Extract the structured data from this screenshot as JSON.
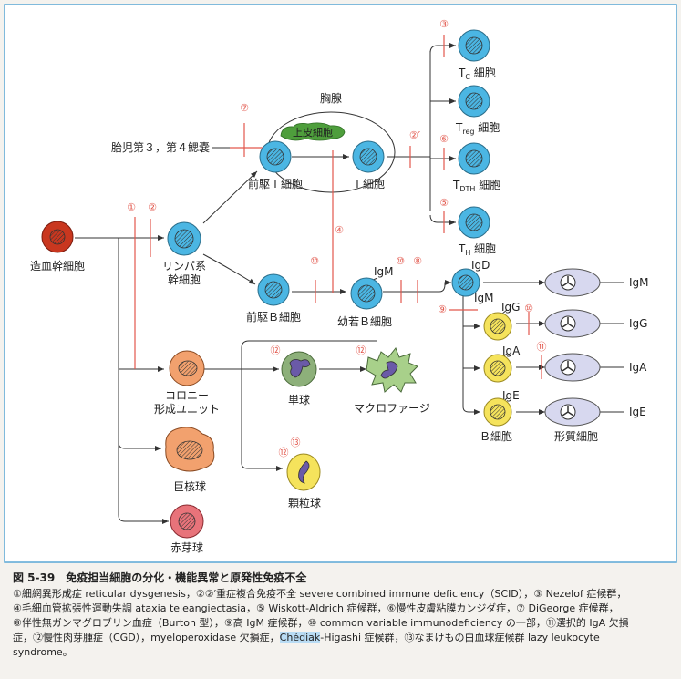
{
  "colors": {
    "border": "#5aa7d6",
    "redline": "#e2574c",
    "cyan": "#4bb6e3",
    "darkred": "#c9371f",
    "orange": "#f2a16e",
    "purple": "#6a5aa8",
    "green": "#4e9e3c",
    "yellow": "#f5e35c",
    "lav": "#d7d8ef"
  },
  "labels": {
    "hsc": "造血幹細胞",
    "lymph1": "リンパ系",
    "lymph2": "幹細胞",
    "thymus": "胸腺",
    "epithelium": "上皮細胞",
    "pharyngeal": "胎児第３，第４鰓嚢",
    "preT": "前駆Ｔ細胞",
    "tcell": "Ｔ細胞",
    "tc": "T",
    "tc_sub": "C",
    "tc_suffix": " 細胞",
    "treg": "T",
    "treg_sub": "reg",
    "treg_suffix": " 細胞",
    "tdth": "T",
    "tdth_sub": "DTH",
    "tdth_suffix": " 細胞",
    "th": "T",
    "th_sub": "H",
    "th_suffix": " 細胞",
    "preB": "前駆Ｂ細胞",
    "immB": "幼若Ｂ細胞",
    "igm_immature": "IgM",
    "igd": "IgD",
    "igm2": "IgM",
    "igg": "IgG",
    "iga": "IgA",
    "ige": "IgE",
    "bcell": "Ｂ細胞",
    "plasma": "形質細胞",
    "out_igm": "IgM",
    "out_igg": "IgG",
    "out_iga": "IgA",
    "out_ige": "IgE",
    "colony1": "コロニー",
    "colony2": "形成ユニット",
    "mono": "単球",
    "macro": "マクロファージ",
    "mega": "巨核球",
    "ery": "赤芽球",
    "gran": "顆粒球"
  },
  "markers": {
    "m1": "①",
    "m2": "②",
    "m2p": "②′",
    "m3": "③",
    "m4": "④",
    "m5": "⑤",
    "m6": "⑥",
    "m7": "⑦",
    "m8": "⑧",
    "m9": "⑨",
    "m10a": "⑩",
    "m10b": "⑩",
    "m10c": "⑩",
    "m11": "⑪",
    "m12a": "⑫",
    "m12b": "⑫",
    "m12c": "⑫",
    "m13": "⑬"
  },
  "caption": {
    "title": "図 5-39　免疫担当細胞の分化・機能異常と原発性免疫不全",
    "line1": "①細網異形成症 reticular dysgenesis，②②′重症複合免疫不全 severe combined immune deficiency（SCID），③ Nezelof 症候群，",
    "line2": "④毛細血管拡張性運動失調 ataxia teleangiectasia，⑤ Wiskott-Aldrich 症候群，⑥慢性皮膚粘膜カンジダ症，⑦ DiGeorge 症候群，",
    "line3": "⑧伴性無ガンマグロブリン血症（Burton 型），⑨高 IgM 症候群，⑩ common variable immunodeficiency の一部，⑪選択的 IgA 欠損",
    "line4a": "症，⑫慢性肉芽腫症（CGD），myeloperoxidase 欠損症，",
    "line4hl": "Chédiak",
    "line4b": "-Higashi 症候群，⑬なまけもの白血球症候群 lazy leukocyte",
    "line5": "syndrome。"
  }
}
